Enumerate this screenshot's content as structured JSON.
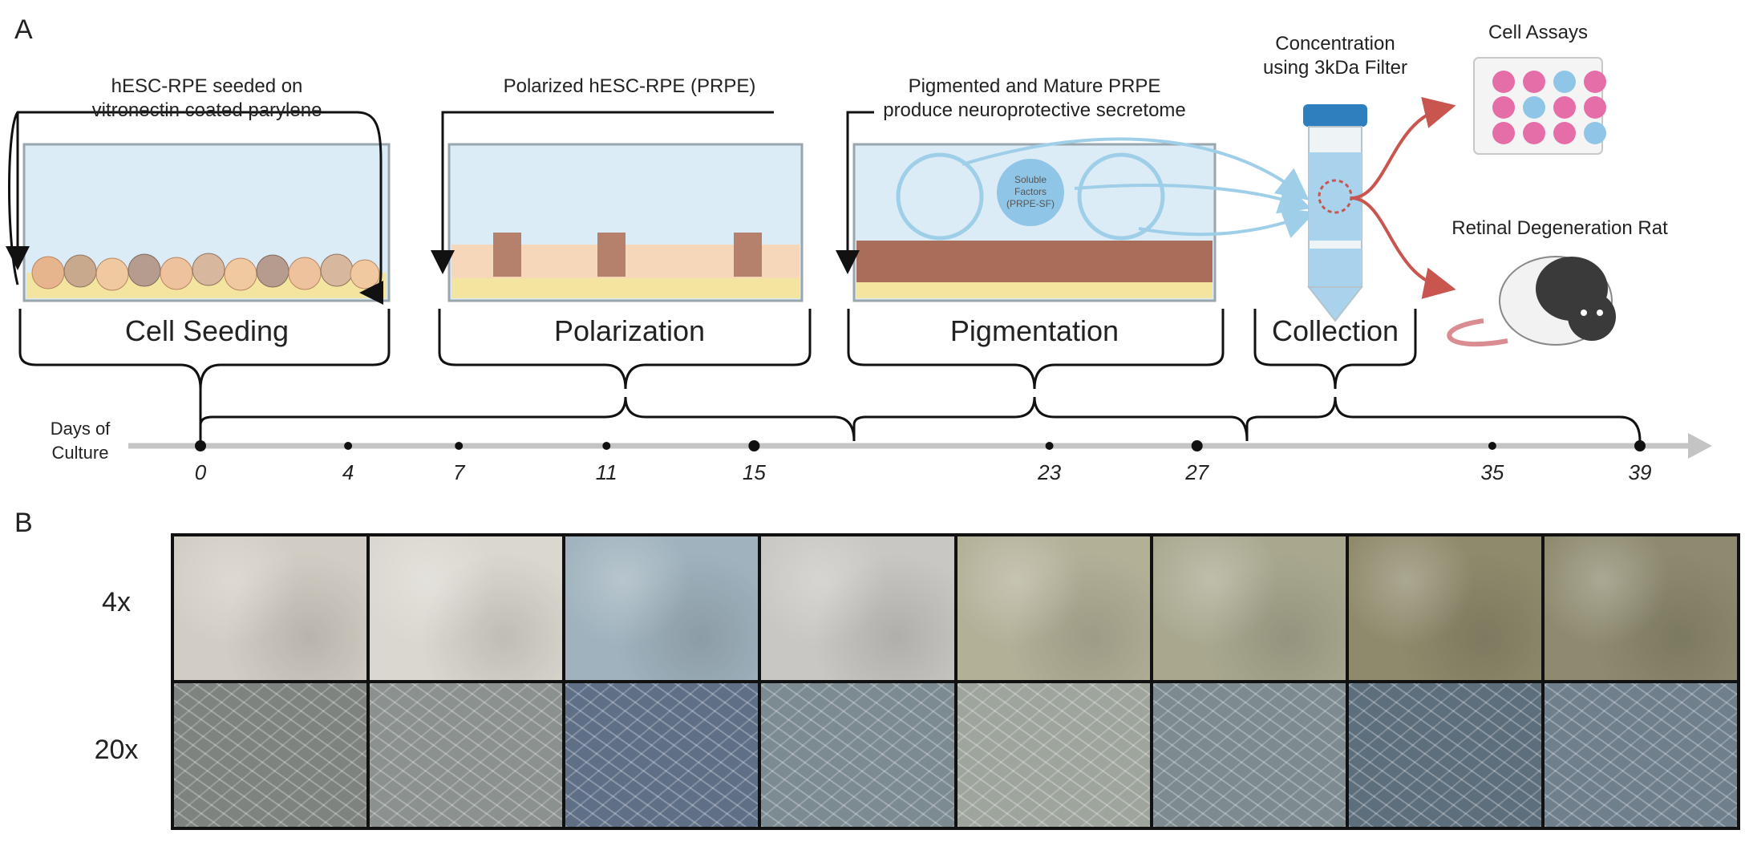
{
  "panels": {
    "a": "A",
    "b": "B"
  },
  "stages": [
    {
      "caption": "hESC-RPE seeded on",
      "caption2": "vitronectin coated parylene",
      "label": "Cell Seeding"
    },
    {
      "caption": "Polarized hESC-RPE (PRPE)",
      "caption2": "",
      "label": "Polarization"
    },
    {
      "caption": "Pigmented and Mature PRPE",
      "caption2": "produce neuroprotective secretome",
      "label": "Pigmentation"
    },
    {
      "caption": "Concentration",
      "caption2": "using 3kDa Filter",
      "label": "Collection"
    }
  ],
  "soluble": {
    "line1": "Soluble",
    "line2": "Factors",
    "line3": "(PRPE-SF)"
  },
  "outputs": {
    "assays": "Cell Assays",
    "rat": "Retinal Degeneration Rat"
  },
  "timeline": {
    "label1": "Days of",
    "label2": "Culture",
    "days": [
      0,
      4,
      7,
      11,
      15,
      23,
      27,
      35,
      39
    ]
  },
  "grid": {
    "rows": [
      "4x",
      "20x"
    ],
    "tiles_4x": [
      "#d2cdc4",
      "#dad7cf",
      "#9fb2bd",
      "#c9c7c3",
      "#b3b098",
      "#a9a88f",
      "#8f8a6c",
      "#8e8a6f"
    ],
    "tiles_20x": [
      "#7e837f",
      "#8a918e",
      "#5e6f86",
      "#7c8a91",
      "#9ea59c",
      "#7d8a8f",
      "#5d6e7c",
      "#6f7f8c"
    ]
  },
  "colors": {
    "liquid": "#dcecf6",
    "cell": "#f2c9a3",
    "pigment": "#a96e5a",
    "arrow_blue": "#9fcfe8",
    "arrow_red": "#c9554f",
    "axis": "#c4c4c4"
  }
}
